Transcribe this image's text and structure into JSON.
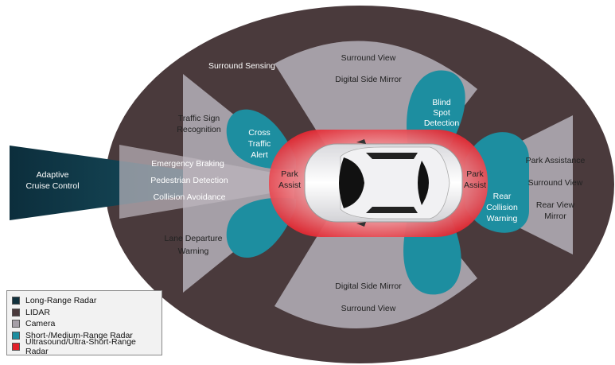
{
  "colors": {
    "long_range_radar": "#10303c",
    "lidar": "#4a3a3c",
    "camera": "#a59fa7",
    "short_medium_radar": "#1d8ea0",
    "ultrasound": "#e2202a"
  },
  "labels": {
    "surround_sensing": "Surround Sensing",
    "surround_view_top": "Surround View",
    "digital_side_mirror_top": "Digital Side Mirror",
    "blind_spot_l1": "Blind",
    "blind_spot_l2": "Spot",
    "blind_spot_l3": "Detection",
    "traffic_sign_l1": "Traffic Sign",
    "traffic_sign_l2": "Recognition",
    "cross_traffic_l1": "Cross",
    "cross_traffic_l2": "Traffic",
    "cross_traffic_l3": "Alert",
    "acc_l1": "Adaptive",
    "acc_l2": "Cruise Control",
    "emergency_braking": "Emergency Braking",
    "pedestrian_detection": "Pedestrian Detection",
    "collision_avoidance": "Collision Avoidance",
    "park_assist_front_l1": "Park",
    "park_assist_front_l2": "Assist",
    "park_assist_rear_l1": "Park",
    "park_assist_rear_l2": "Assist",
    "park_assistance": "Park Assistance",
    "surround_view_right": "Surround View",
    "rear_view_l1": "Rear View",
    "rear_view_l2": "Mirror",
    "rear_collision_l1": "Rear",
    "rear_collision_l2": "Collision",
    "rear_collision_l3": "Warning",
    "lane_departure_l1": "Lane Departure",
    "lane_departure_l2": "Warning",
    "digital_side_mirror_bottom": "Digital Side Mirror",
    "surround_view_bottom": "Surround View"
  },
  "legend": [
    {
      "label": "Long-Range Radar",
      "color": "#10303c"
    },
    {
      "label": "LIDAR",
      "color": "#4a3a3c"
    },
    {
      "label": "Camera",
      "color": "#a59fa7"
    },
    {
      "label": "Short-/Medium-Range Radar",
      "color": "#1d8ea0"
    },
    {
      "label": "Ultrasound/Ultra-Short-Range Radar",
      "color": "#e2202a"
    }
  ]
}
